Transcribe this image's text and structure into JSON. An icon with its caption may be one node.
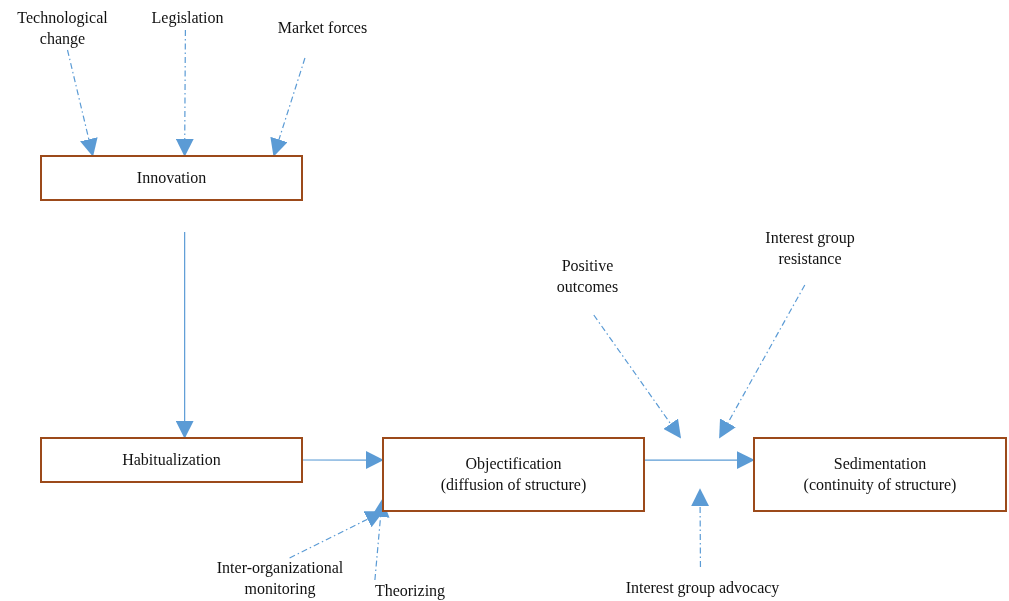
{
  "diagram": {
    "nodes": [
      {
        "text": [
          "Technological change"
        ]
      },
      {
        "text": [
          "Legislation"
        ]
      },
      {
        "text": [
          "Market forces"
        ]
      },
      {
        "text": [
          "Innovation"
        ]
      },
      {
        "text": [
          "Habitualization"
        ]
      },
      {
        "text": [
          "Objectification",
          "(diffusion of structure)"
        ]
      },
      {
        "text": [
          "Sedimentation",
          "(continuity of structure)"
        ]
      },
      {
        "text": [
          "Positive outcomes"
        ]
      },
      {
        "text": [
          "Interest group resistance"
        ]
      },
      {
        "text": [
          "Inter-organizational monitoring"
        ]
      },
      {
        "text": [
          "Theorizing"
        ]
      },
      {
        "text": [
          "Interest group advocacy"
        ]
      }
    ],
    "edges": [
      {
        "from": 0,
        "to": 3,
        "arrow": "to",
        "style": "dashed"
      },
      {
        "from": 1,
        "to": 3,
        "arrow": "to",
        "style": "dashed"
      },
      {
        "from": 2,
        "to": 3,
        "arrow": "to",
        "style": "dashed"
      },
      {
        "from": 3,
        "to": 4,
        "arrow": "to"
      },
      {
        "from": 4,
        "to": 5,
        "arrow": "to"
      },
      {
        "from": 5,
        "to": 6,
        "arrow": "to"
      },
      {
        "from": 7,
        "to": null,
        "arrow": "to",
        "style": "dashed"
      },
      {
        "from": 8,
        "to": null,
        "arrow": "to",
        "style": "dashed"
      },
      {
        "from": 11,
        "to": null,
        "arrow": "to",
        "style": "dashed"
      },
      {
        "from": 9,
        "to": 5,
        "arrow": "to",
        "style": "dashed"
      },
      {
        "from": 10,
        "to": 5,
        "arrow": "to",
        "style": "dashed"
      }
    ]
  }
}
